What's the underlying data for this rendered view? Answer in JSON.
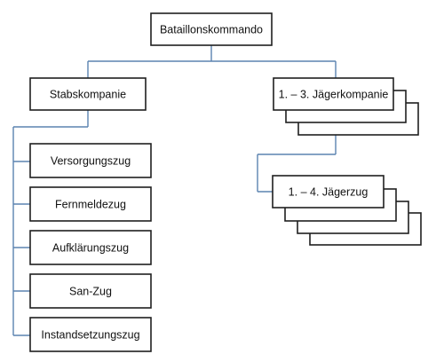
{
  "colors": {
    "box_border": "#1f1f1f",
    "connector": "#5b83b0",
    "box_fill": "#ffffff",
    "text": "#111111"
  },
  "nodes": {
    "root": {
      "label": "Bataillonskommando"
    },
    "staff_company": {
      "label": "Stabskompanie"
    },
    "rifle_companies": {
      "label": "1. – 3. Jägerkompanie"
    },
    "rifle_platoons": {
      "label": "1. – 4. Jägerzug"
    },
    "platoons": [
      {
        "label": "Versorgungszug"
      },
      {
        "label": "Fernmeldezug"
      },
      {
        "label": "Aufklärungszug"
      },
      {
        "label": "San-Zug"
      },
      {
        "label": "Instandsetzungszug"
      }
    ]
  }
}
